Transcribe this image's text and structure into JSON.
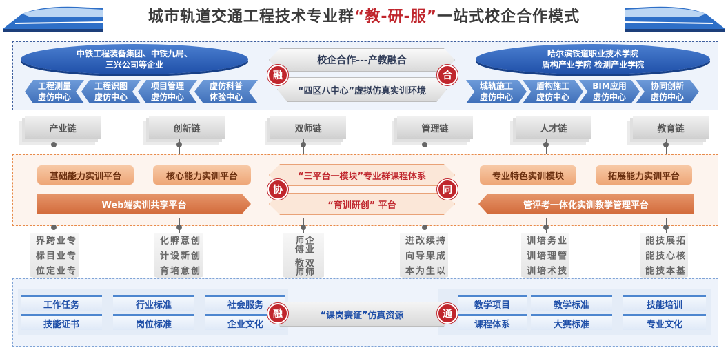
{
  "title": {
    "pre": "城市轨道交通工程技术专业群",
    "highlight": "“教-研-服”",
    "post": "一站式校企合作模式"
  },
  "top": {
    "left_ellipse": "中铁工程装备集团、中铁九局、\n三兴公司等企业",
    "right_ellipse": "哈尔滨铁道职业技术学院\n盾构产业学院 检测产业学院",
    "center_arrow": "校企合作---产教融合",
    "center_box": "“四区八中心”虚拟仿真实训环境",
    "badge_left": "融",
    "badge_right": "合",
    "left_centers": [
      "工程测量\n虚仿中心",
      "工程识图\n虚仿中心",
      "项目管理\n虚仿中心",
      "虚仿科普\n体验中心"
    ],
    "right_centers": [
      "城轨施工\n虚仿中心",
      "盾构施工\n虚仿中心",
      "BIM应用\n虚仿中心",
      "协同创新\n虚仿中心"
    ]
  },
  "chains": [
    "产业链",
    "创新链",
    "双师链",
    "管理链",
    "人才链",
    "教育链"
  ],
  "middle": {
    "left_pills": [
      "基础能力实训平台",
      "核心能力实训平台"
    ],
    "left_bar": "Web端实训共享平台",
    "right_pills": [
      "专业特色实训模块",
      "拓展能力实训平台"
    ],
    "right_bar": "管评考一体化实训教学管理平台",
    "center_top": "“三平台一模块”专业群课程体系",
    "center_bottom": "“育训研创” 平台",
    "badge_left": "协",
    "badge_right": "同"
  },
  "vertical_groups": [
    [
      "专业跨界",
      "专业目标",
      "专业定位"
    ],
    [
      "创意孵化",
      "创新设计",
      "创意培育"
    ],
    [
      "企业师傅",
      "双师教师"
    ],
    [
      "持续改进",
      "成果导向",
      "以生为本"
    ],
    [
      "业务培训",
      "管理培训",
      "技术培训"
    ],
    [
      "拓展技能",
      "核心技能",
      "基本技能"
    ]
  ],
  "bottom": {
    "left_tags": [
      "工作任务",
      "行业标准",
      "社会服务",
      "技能证书",
      "岗位标准",
      "企业文化"
    ],
    "right_tags": [
      "教学项目",
      "教学标准",
      "技能培训",
      "课程体系",
      "大赛标准",
      "专业文化"
    ],
    "center": "“课岗赛证”仿真资源",
    "badge_left": "融",
    "badge_right": "通"
  }
}
